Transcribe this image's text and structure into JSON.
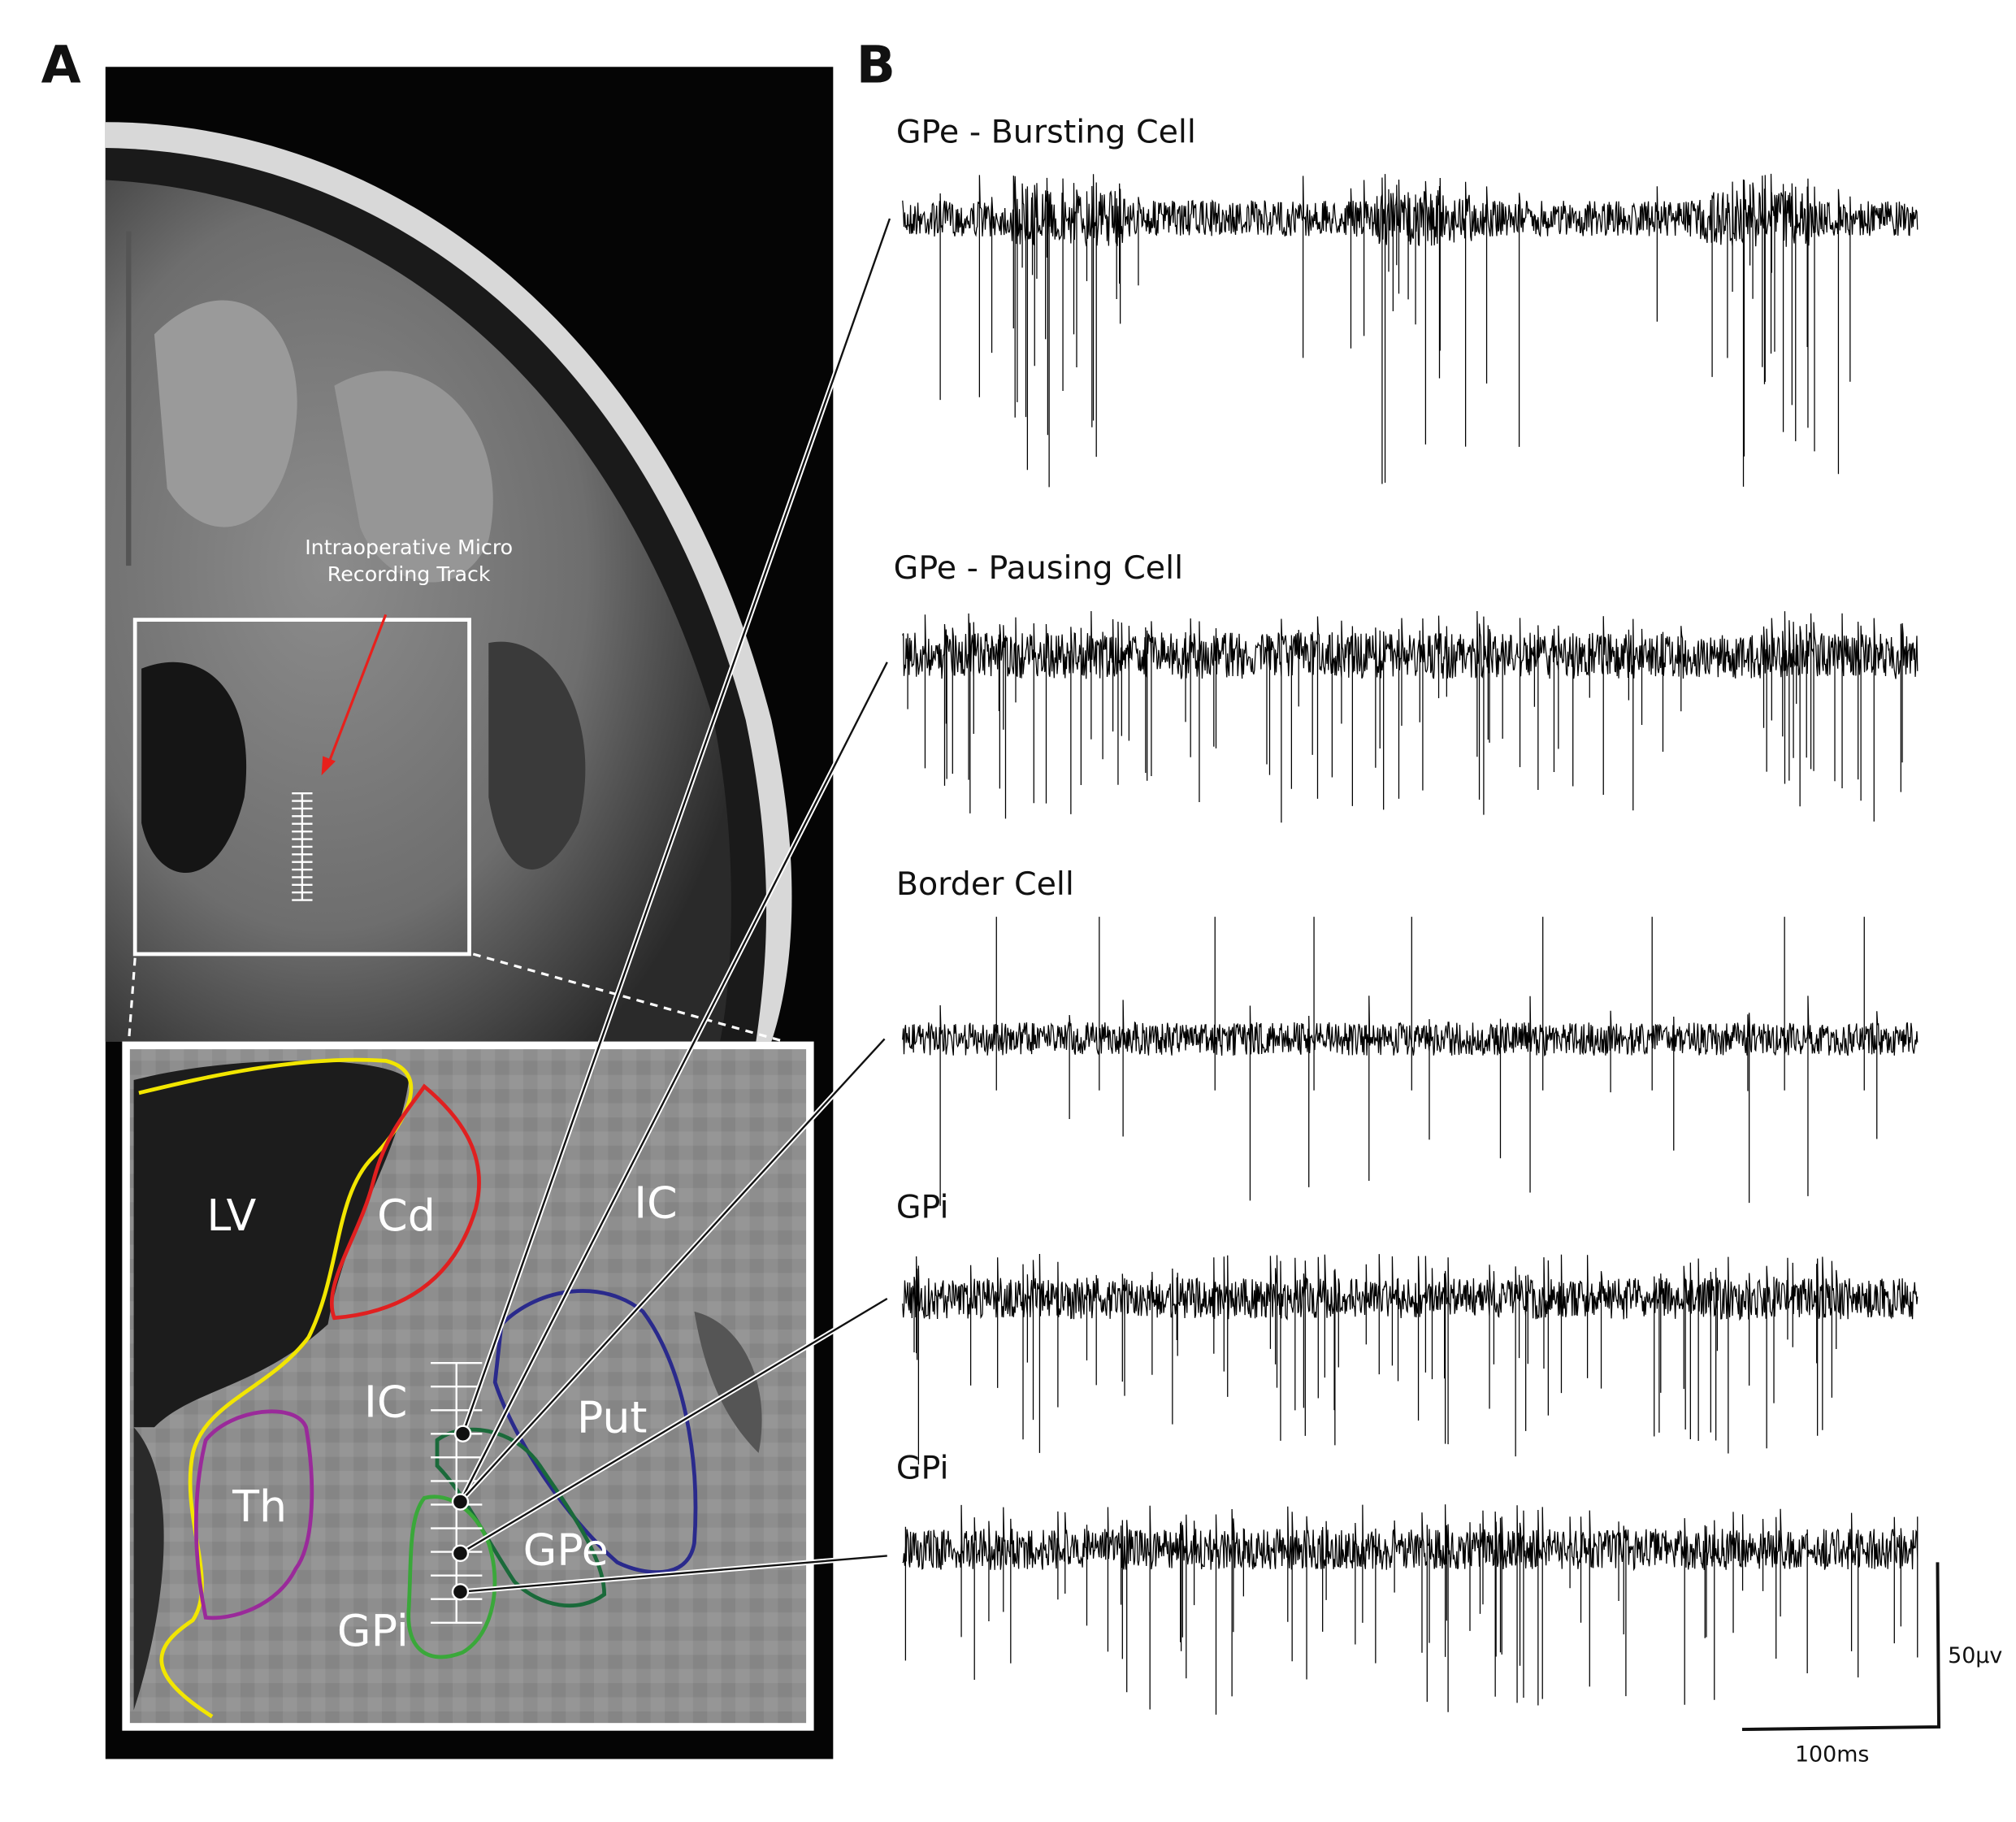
{
  "panels": {
    "a": "A",
    "b": "B"
  },
  "annotation": {
    "line1": "Intraoperative Micro",
    "line2": "Recording Track"
  },
  "regions": {
    "lv": "LV",
    "cd": "Cd",
    "ic_upper": "IC",
    "ic_lower": "IC",
    "put": "Put",
    "th": "Th",
    "gpe": "GPe",
    "gpi": "GPi"
  },
  "region_colors": {
    "lv": "#f2e600",
    "cd": "#e02020",
    "put": "#2a2a8c",
    "th": "#9a2a9a",
    "gpe": "#1a6a3a",
    "gpi": "#3aa83a"
  },
  "traces": [
    {
      "label": "GPe - Bursting Cell",
      "kind": "bursting"
    },
    {
      "label": "GPe - Pausing Cell",
      "kind": "pausing"
    },
    {
      "label": "Border Cell",
      "kind": "border"
    },
    {
      "label": "GPi",
      "kind": "gpi"
    },
    {
      "label": "GPi",
      "kind": "gpi"
    }
  ],
  "scale_bar": {
    "amplitude": "50μv",
    "time": "100ms"
  }
}
